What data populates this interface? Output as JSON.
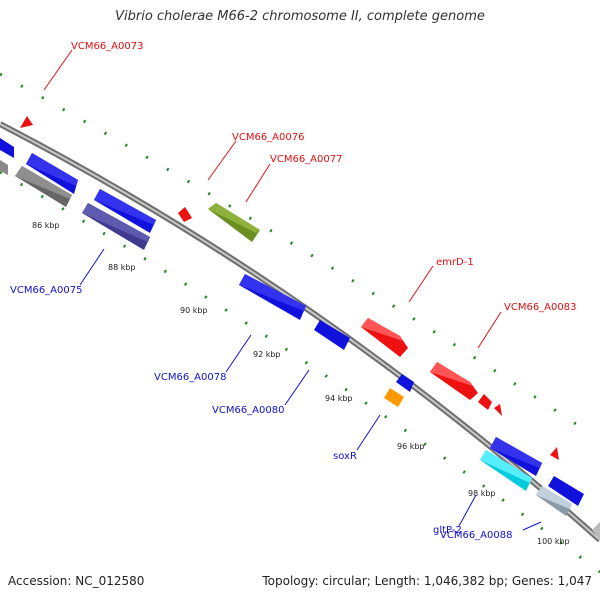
{
  "title": "Vibrio cholerae M66-2 chromosome II, complete genome",
  "footer": {
    "accession": "Accession: NC_012580",
    "summary": "Topology: circular; Length: 1,046,382 bp; Genes: 1,047"
  },
  "colors": {
    "forward_label": "#dd1111",
    "reverse_label": "#1111cc",
    "backbone": "#888888",
    "tick": "#228822"
  },
  "ticks": [
    "86 kbp",
    "88 kbp",
    "90 kbp",
    "92 kbp",
    "94 kbp",
    "96 kbp",
    "98 kbp",
    "100 kbp"
  ],
  "forward_labels": [
    "VCM66_A0073",
    "VCM66_A0076",
    "VCM66_A0077",
    "emrD-1",
    "VCM66_A0083"
  ],
  "reverse_labels": [
    "VCM66_A0075",
    "VCM66_A0078",
    "VCM66_A0080",
    "soxR",
    "gltP-2",
    "VCM66_A0088"
  ]
}
